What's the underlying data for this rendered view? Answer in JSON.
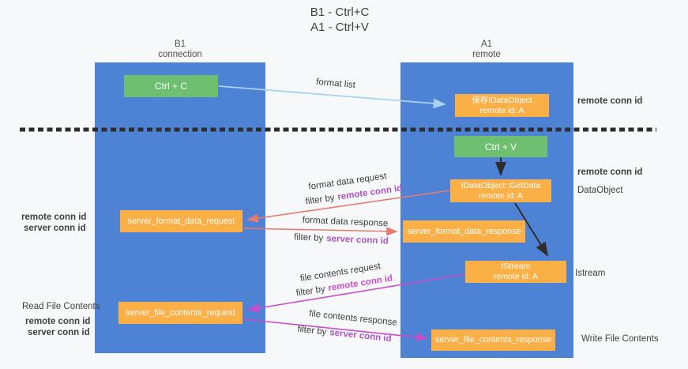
{
  "title": {
    "line1": "B1 - Ctrl+C",
    "line2": "A1 - Ctrl+V"
  },
  "lanes": {
    "left": {
      "title": "B1",
      "subtitle": "connection"
    },
    "right": {
      "title": "A1",
      "subtitle": "remote"
    }
  },
  "boxes": {
    "ctrl_c": {
      "label": "Ctrl + C"
    },
    "save_idataobject": {
      "line1": "保存IDataObject",
      "line2": "remote id: A"
    },
    "ctrl_v": {
      "label": "Ctrl + V"
    },
    "getdata": {
      "line1": "IDataObject::GetData",
      "line2": "remote id: A"
    },
    "server_format_data_request": {
      "label": "server_format_data_request"
    },
    "server_format_data_response": {
      "label": "server_format_data_response"
    },
    "istream": {
      "line1": "IStream",
      "line2": "remote id: A"
    },
    "server_file_contents_request": {
      "label": "server_file_contents_request"
    },
    "server_file_contents_response": {
      "label": "server_file_contents_response"
    }
  },
  "edges": {
    "format_list": {
      "label": "format list"
    },
    "format_data_request": {
      "label": "format data request",
      "filter_prefix": "filter by",
      "filter_key": "remote conn id"
    },
    "format_data_response": {
      "label": "format data response",
      "filter_prefix": "filter by",
      "filter_key": "server conn id"
    },
    "file_contents_request": {
      "label": "file contents request",
      "filter_prefix": "filter by",
      "filter_key": "remote conn id"
    },
    "file_contents_response": {
      "label": "file contents response",
      "filter_prefix": "filter by",
      "filter_key": "server conn id"
    }
  },
  "annotations": {
    "remote_conn_id_top_right": "remote conn id",
    "remote_conn_id_mid_right": "remote conn id",
    "dataobject": "DataObject",
    "istream": "Istream",
    "write_file_contents": "Write File Contents",
    "read_file_contents": "Read File Contents",
    "left_remote_conn_id": "remote conn id",
    "left_server_conn_id": "server conn id",
    "left2_remote_conn_id": "remote conn id",
    "left2_server_conn_id": "server conn id"
  },
  "colors": {
    "panel_blue": "#4d82d5",
    "box_green": "#6ebf70",
    "box_orange": "#fbaf47",
    "arrow_light_blue": "#a8d2f2",
    "arrow_red": "#e87a70",
    "arrow_magenta": "#ca4ec9",
    "arrow_black": "#2d2d2d",
    "conn_id_purple": "#a855c8",
    "conn_id_pink": "#cc4ec9",
    "conn_id_green": "#53b953"
  }
}
